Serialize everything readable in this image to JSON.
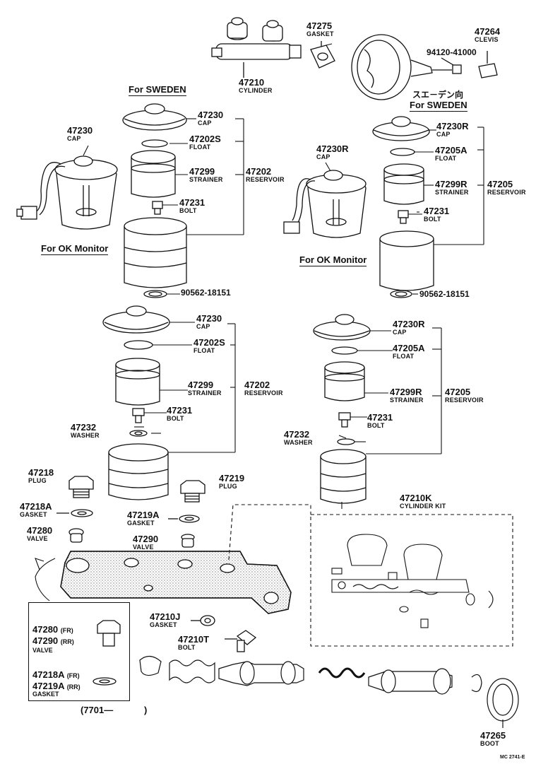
{
  "parts": {
    "cylinder_top": {
      "number": "47210",
      "name": "CYLINDER"
    },
    "gasket_top": {
      "number": "47275",
      "name": "GASKET"
    },
    "clevis": {
      "number": "47264",
      "name": "CLEVIS"
    },
    "nut": {
      "number": "94120-41000"
    },
    "cap_okmon_l": {
      "number": "47230",
      "name": "CAP"
    },
    "cap_sw_l": {
      "number": "47230",
      "name": "CAP"
    },
    "float_sw_l": {
      "number": "47202S",
      "name": "FLOAT"
    },
    "strainer_sw_l": {
      "number": "47299",
      "name": "STRAINER"
    },
    "reservoir_sw_l": {
      "number": "47202",
      "name": "RESERVOIR"
    },
    "bolt_sw_l": {
      "number": "47231",
      "name": "BOLT"
    },
    "seal_sw_l": {
      "number": "90562-18151"
    },
    "cap_okmon_r": {
      "number": "47230R",
      "name": "CAP"
    },
    "cap_sw_r": {
      "number": "47230R",
      "name": "CAP"
    },
    "float_sw_r": {
      "number": "47205A",
      "name": "FLOAT"
    },
    "strainer_sw_r": {
      "number": "47299R",
      "name": "STRAINER"
    },
    "reservoir_sw_r": {
      "number": "47205",
      "name": "RESERVOIR"
    },
    "bolt_sw_r": {
      "number": "47231",
      "name": "BOLT"
    },
    "seal_sw_r": {
      "number": "90562-18151"
    },
    "cap_l": {
      "number": "47230",
      "name": "CAP"
    },
    "float_l": {
      "number": "47202S",
      "name": "FLOAT"
    },
    "strainer_l": {
      "number": "47299",
      "name": "STRAINER"
    },
    "reservoir_l": {
      "number": "47202",
      "name": "RESERVOIR"
    },
    "bolt_l": {
      "number": "47231",
      "name": "BOLT"
    },
    "washer_l": {
      "number": "47232",
      "name": "WASHER"
    },
    "cap_r": {
      "number": "47230R",
      "name": "CAP"
    },
    "float_r": {
      "number": "47205A",
      "name": "FLOAT"
    },
    "strainer_r": {
      "number": "47299R",
      "name": "STRAINER"
    },
    "reservoir_r": {
      "number": "47205",
      "name": "RESERVOIR"
    },
    "bolt_r": {
      "number": "47231",
      "name": "BOLT"
    },
    "washer_r": {
      "number": "47232",
      "name": "WASHER"
    },
    "plug_l": {
      "number": "47218",
      "name": "PLUG"
    },
    "gasket_l": {
      "number": "47218A",
      "name": "GASKET"
    },
    "valve_l": {
      "number": "47280",
      "name": "VALVE"
    },
    "plug_r": {
      "number": "47219",
      "name": "PLUG"
    },
    "gasket_r": {
      "number": "47219A",
      "name": "GASKET"
    },
    "valve_r": {
      "number": "47290",
      "name": "VALVE"
    },
    "cyl_kit": {
      "number": "47210K",
      "name": "CYLINDER KIT"
    },
    "gasket_j": {
      "number": "47210J",
      "name": "GASKET"
    },
    "bolt_t": {
      "number": "47210T",
      "name": "BOLT"
    },
    "boot": {
      "number": "47265",
      "name": "BOOT"
    }
  },
  "headers": {
    "for_sweden_left": "For SWEDEN",
    "for_sweden_right_jp": "スエ－デン向",
    "for_sweden_right": "For SWEDEN",
    "ok_monitor_left": "For OK Monitor",
    "ok_monitor_right": "For OK Monitor"
  },
  "inset": {
    "line1_num": "47280",
    "line1_code": "(FR)",
    "line2_num": "47290",
    "line2_code": "(RR)",
    "line3_name": "VALVE",
    "line4_num": "47218A",
    "line4_code": "(FR)",
    "line5_num": "47219A",
    "line5_code": "(RR)",
    "line6_name": "GASKET",
    "date": "(7701—",
    "date_end": ")"
  },
  "code": "MC 2741-E"
}
